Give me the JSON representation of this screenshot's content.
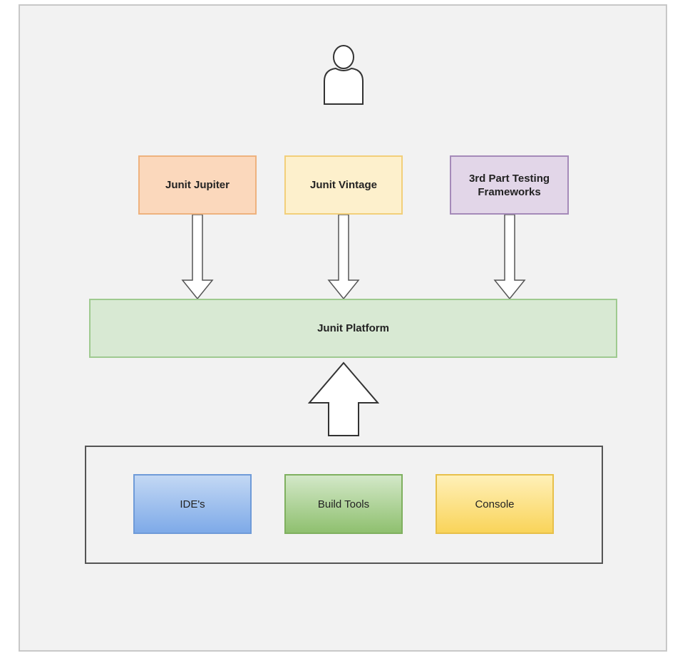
{
  "diagram": {
    "boxes": {
      "jupiter": "Junit Jupiter",
      "vintage": "Junit Vintage",
      "third_party": "3rd Part Testing\nFrameworks",
      "platform": "Junit Platform",
      "ide": "IDE's",
      "build_tools": "Build Tools",
      "console": "Console"
    },
    "icons": [
      "user-icon",
      "arrow-down-icon",
      "arrow-up-icon"
    ],
    "colors": {
      "jupiter_fill": "#fbd8bc",
      "vintage_fill": "#fdf0cc",
      "third_party_fill": "#e2d6e8",
      "platform_fill": "#d8e9d3",
      "ide_fill": "#7eaae8",
      "build_tools_fill": "#8fc06f",
      "console_fill": "#f9d45a"
    }
  }
}
